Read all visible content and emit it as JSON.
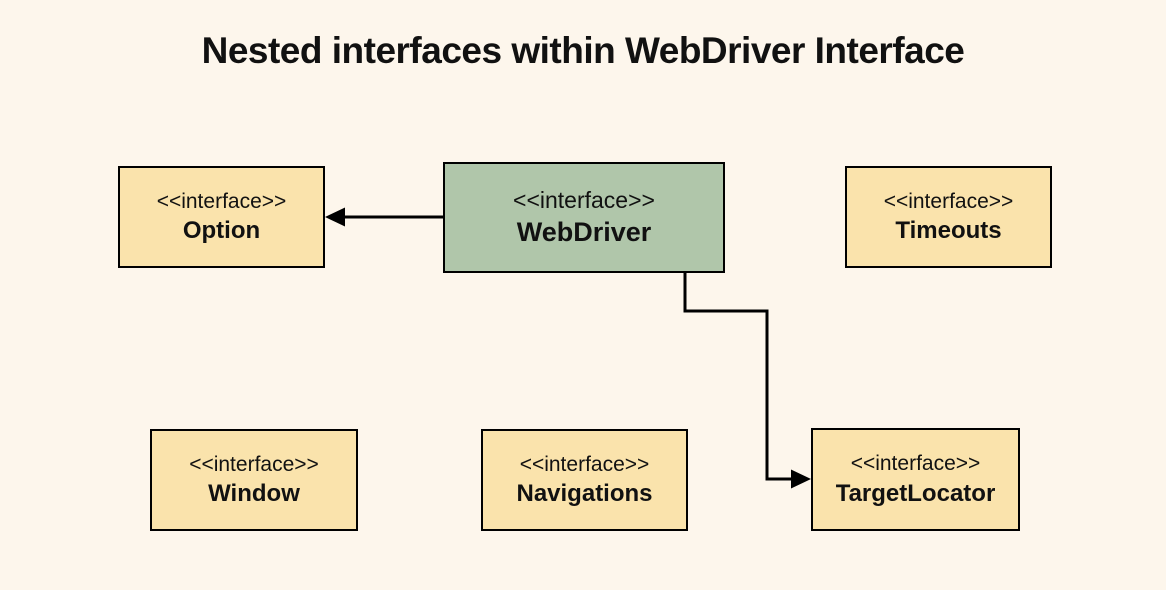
{
  "title": "Nested interfaces within WebDriver Interface",
  "colors": {
    "background": "#FDF6EC",
    "node_yellow": "#FAE3AC",
    "node_green": "#B0C6AA",
    "border": "#000000",
    "line": "#000000",
    "text": "#111111"
  },
  "nodes": [
    {
      "id": "option",
      "stereotype": "<<interface>>",
      "name": "Option"
    },
    {
      "id": "webdriver",
      "stereotype": "<<interface>>",
      "name": "WebDriver"
    },
    {
      "id": "timeouts",
      "stereotype": "<<interface>>",
      "name": "Timeouts"
    },
    {
      "id": "window",
      "stereotype": "<<interface>>",
      "name": "Window"
    },
    {
      "id": "navigations",
      "stereotype": "<<interface>>",
      "name": "Navigations"
    },
    {
      "id": "targetlocator",
      "stereotype": "<<interface>>",
      "name": "TargetLocator"
    }
  ],
  "edges": [
    {
      "from": "WebDriver",
      "to": "Option",
      "style": "solid-arrow"
    },
    {
      "from": "WebDriver",
      "to": "TargetLocator",
      "style": "solid-arrow-elbow"
    }
  ]
}
